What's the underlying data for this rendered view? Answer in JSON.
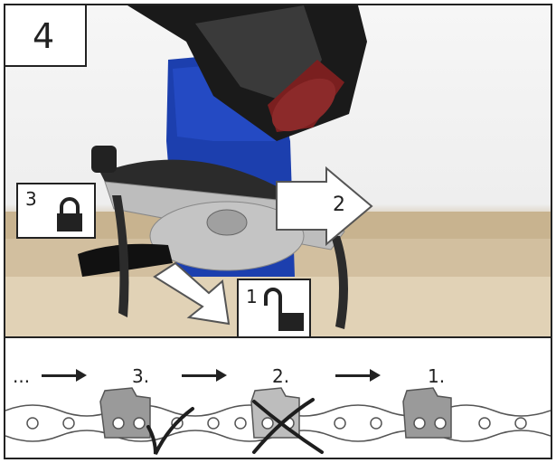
{
  "step": {
    "number": "4"
  },
  "labels": {
    "lock": "3",
    "unlock": "1",
    "push": "2"
  },
  "sequence": {
    "ellipsis": "...",
    "steps": [
      "3.",
      "2.",
      "1."
    ]
  },
  "icons": [
    "padlock-closed-icon",
    "padlock-open-icon",
    "arrow-icon",
    "checkmark-icon",
    "cross-icon"
  ],
  "colors": {
    "tool_blue": "#1c3fae",
    "disc_red": "#7a1f1f",
    "tooth_gray": "#9a9a9a",
    "chain_outline": "#555555"
  }
}
